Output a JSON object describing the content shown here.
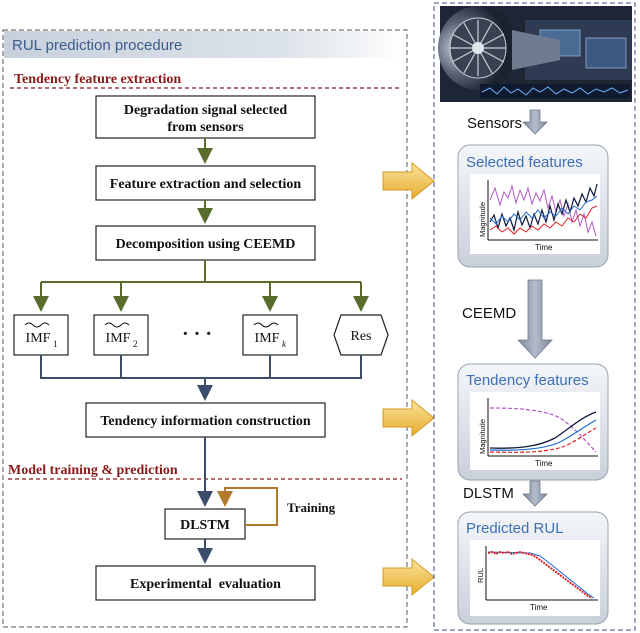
{
  "left_panel": {
    "title": "RUL prediction procedure",
    "section1": "Tendency feature extraction",
    "section2": "Model training & prediction"
  },
  "flow": {
    "box1_line1": "Degradation signal selected",
    "box1_line2": "from sensors",
    "box2": "Feature extraction and selection",
    "box3": "Decomposition using CEEMD",
    "imf1": "IMF",
    "imf1_sub": "1",
    "imf2": "IMF",
    "imf2_sub": "2",
    "dots": "· · ·",
    "imfk": "IMF",
    "imfk_sub": "k",
    "res": "Res",
    "box4": "Tendency information construction",
    "dlstm": "DLSTM",
    "training": "Training",
    "box6": "Experimental  evaluation"
  },
  "right_panel": {
    "sensors_label": "Sensors",
    "card1_title": "Selected features",
    "ceemd_label": "CEEMD",
    "card2_title": "Tendency features",
    "dlstm_label": "DLSTM",
    "card3_title": "Predicted RUL",
    "magnitude": "Magnitude",
    "time": "Time",
    "rul": "RUL"
  },
  "colors": {
    "olive_arrow": "#5a6b2e",
    "navy_arrow": "#3c4d6b",
    "section_red": "#8b1a1a",
    "gold_arrow": "#f3c24a",
    "gray_arrow": "#8c97a8",
    "card_title_blue": "#3f6fb5",
    "training_loop": "#b07a2a"
  }
}
